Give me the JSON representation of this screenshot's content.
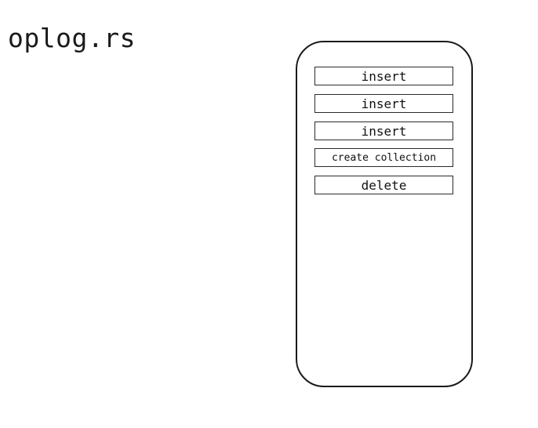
{
  "title": "oplog.rs",
  "entries": [
    {
      "label": "insert"
    },
    {
      "label": "insert"
    },
    {
      "label": "insert"
    },
    {
      "label": "create collection"
    },
    {
      "label": "delete"
    }
  ]
}
